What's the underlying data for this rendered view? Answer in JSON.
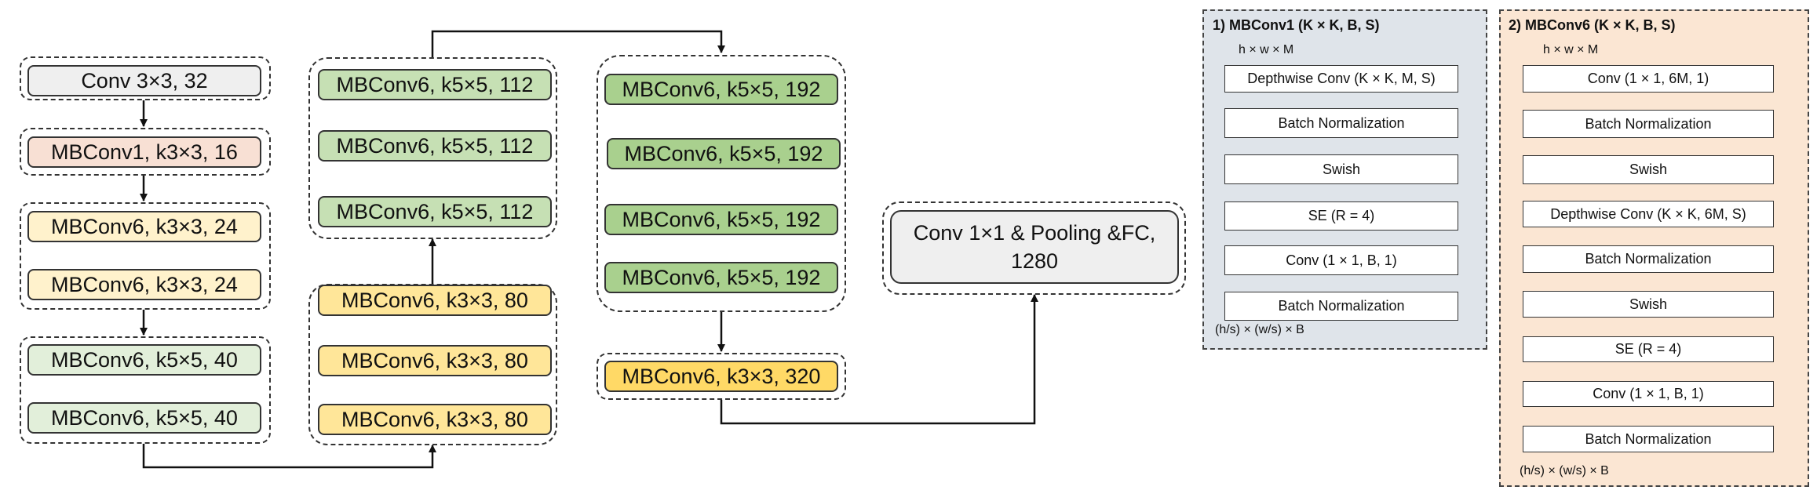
{
  "colors": {
    "gray": "#efefef",
    "pink": "#f8e0d4",
    "cream": "#fff2cc",
    "lightgreen": "#e2efda",
    "midgreen": "#c6e0b4",
    "green": "#a9d08e",
    "yellow": "#ffe699",
    "gold": "#ffd966",
    "panel1": "#dfe4ea",
    "panel2": "#fbe6d3"
  },
  "backbone": {
    "stem": "Conv 3×3, 32",
    "stage1": "MBConv1, k3×3, 16",
    "stage2": [
      "MBConv6, k3×3, 24",
      "MBConv6, k3×3, 24"
    ],
    "stage3": [
      "MBConv6, k5×5, 40",
      "MBConv6, k5×5, 40"
    ],
    "stage4": [
      "MBConv6, k3×3, 80",
      "MBConv6, k3×3, 80",
      "MBConv6, k3×3, 80"
    ],
    "stage5": [
      "MBConv6, k5×5, 112",
      "MBConv6, k5×5, 112",
      "MBConv6, k5×5, 112"
    ],
    "stage6": [
      "MBConv6, k5×5, 192",
      "MBConv6, k5×5, 192",
      "MBConv6, k5×5, 192",
      "MBConv6, k5×5, 192"
    ],
    "stage7": "MBConv6, k3×3, 320",
    "head": [
      "Conv 1×1 & Pooling &FC,",
      "1280"
    ]
  },
  "mbconv1": {
    "title": "1) MBConv1 (K × K, B, S)",
    "input": "h × w × M",
    "steps": [
      "Depthwise Conv (K × K, M, S)",
      "Batch Normalization",
      "Swish",
      "SE (R = 4)",
      "Conv (1 × 1, B, 1)",
      "Batch Normalization"
    ],
    "output": "(h/s) × (w/s) × B"
  },
  "mbconv6": {
    "title": "2) MBConv6 (K × K, B, S)",
    "input": "h × w × M",
    "steps": [
      "Conv (1 × 1, 6M, 1)",
      "Batch Normalization",
      "Swish",
      "Depthwise Conv (K × K, 6M, S)",
      "Batch Normalization",
      "Swish",
      "SE (R = 4)",
      "Conv (1 × 1, B, 1)",
      "Batch Normalization"
    ],
    "output": "(h/s) × (w/s) × B"
  }
}
